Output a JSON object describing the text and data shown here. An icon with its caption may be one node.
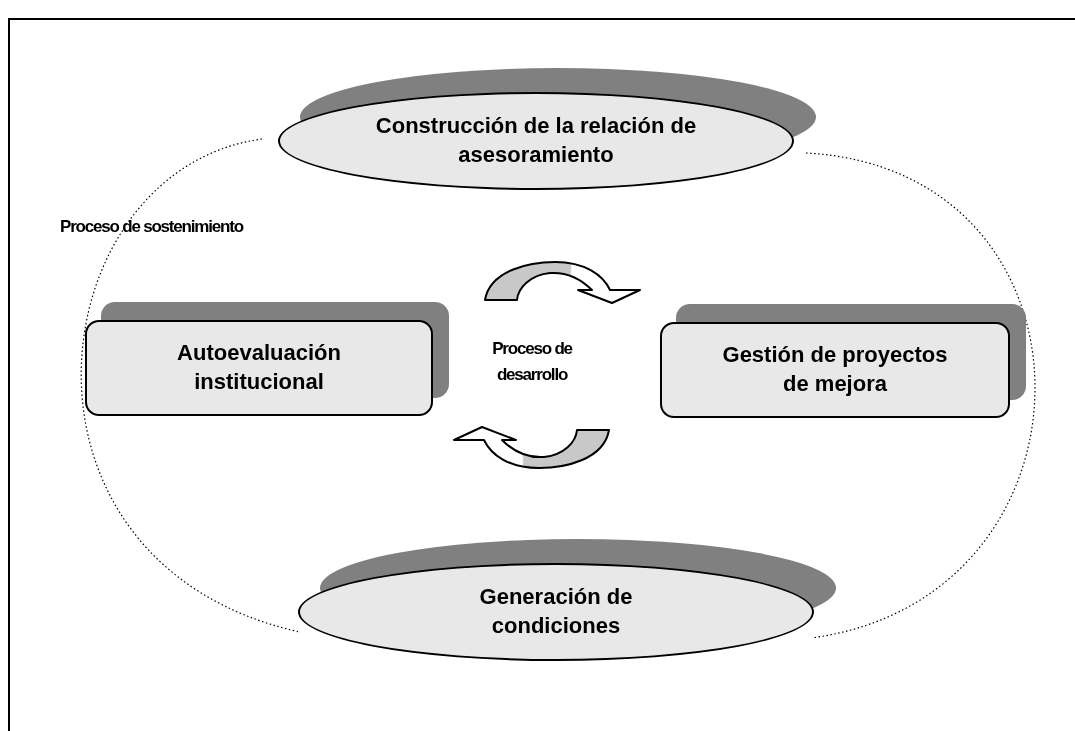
{
  "diagram": {
    "nodes": [
      {
        "text": [
          "Construcción de la relación de asesoramiento"
        ]
      },
      {
        "text": [
          "Autoevaluación institucional"
        ]
      },
      {
        "text": [
          "Gestión de proyectos de mejora"
        ]
      },
      {
        "text": [
          "Generación de condiciones"
        ]
      }
    ],
    "edges": [
      {
        "from": 1,
        "to": 2,
        "arrow": "to"
      },
      {
        "from": 2,
        "to": 1,
        "arrow": "to"
      },
      {
        "from": 0,
        "to": 3,
        "arrow": "none",
        "style": "dashed"
      },
      {
        "from": 0,
        "to": 3,
        "arrow": "none",
        "style": "dashed"
      }
    ],
    "labels": [
      "Proceso de sostenimiento",
      "Proceso de desarrollo"
    ]
  }
}
